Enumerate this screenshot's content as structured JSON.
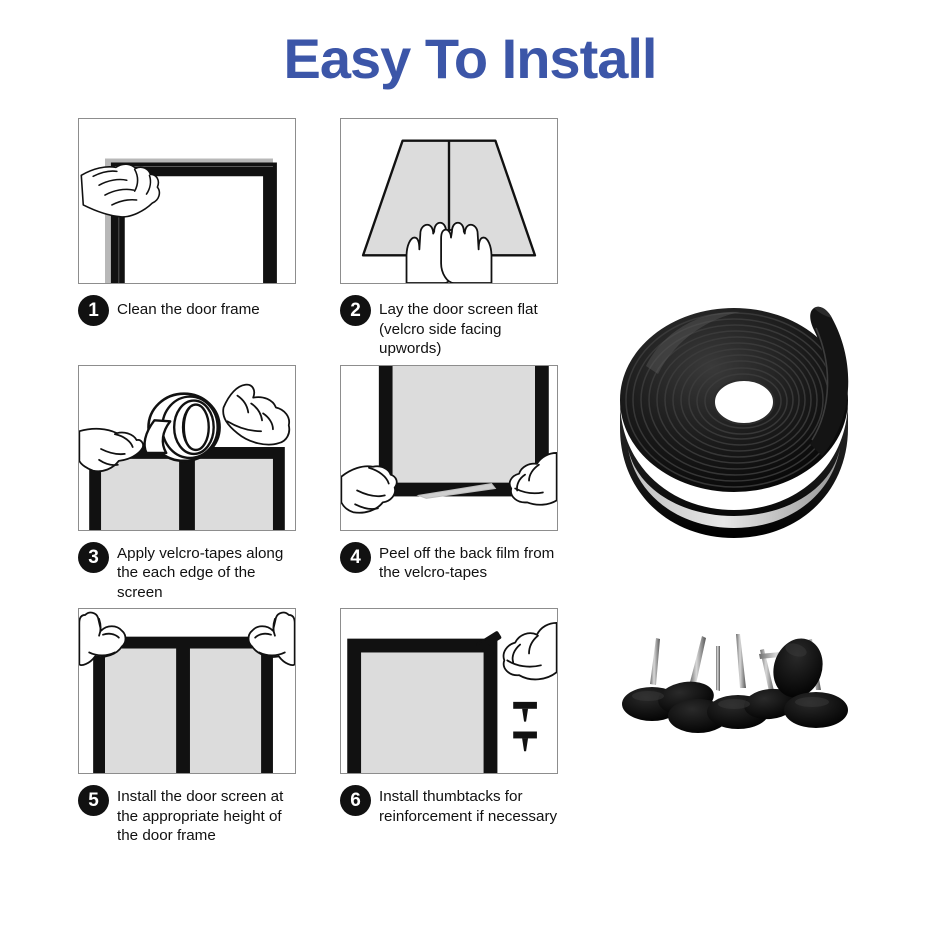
{
  "title": "Easy To Install",
  "theme": {
    "title_color": "#3c56a8",
    "text_color": "#111111",
    "badge_bg": "#111111",
    "badge_text": "#ffffff",
    "panel_border": "#8d8d8d",
    "screen_fill": "#dcdcdc",
    "frame_black": "#111111",
    "background": "#ffffff"
  },
  "steps": [
    {
      "number": "1",
      "text": "Clean the door frame",
      "illustration": "door-frame-cleaning-with-cloth"
    },
    {
      "number": "2",
      "text": "Lay the door screen flat\n(velcro side facing upwords)",
      "illustration": "screen-laid-flat-two-hands"
    },
    {
      "number": "3",
      "text": "Apply velcro-tapes along\nthe each edge of the screen",
      "illustration": "tape-roll-applied-to-screen-edge"
    },
    {
      "number": "4",
      "text": "Peel off the back film from\nthe velcro-tapes",
      "illustration": "peeling-backing-film-from-tape"
    },
    {
      "number": "5",
      "text": "Install the door screen at\nthe appropriate height of\nthe door frame",
      "illustration": "hands-holding-screen-at-top-corners"
    },
    {
      "number": "6",
      "text": "Install thumbtacks for\nreinforcement if necessary",
      "illustration": "hand-pressing-thumbtack-into-corner"
    }
  ],
  "photos": [
    {
      "name": "velcro-tape-roll",
      "alt": "Coiled black velcro tape roll"
    },
    {
      "name": "black-thumbtacks",
      "alt": "Cluster of black thumbtacks with metal pins"
    }
  ]
}
